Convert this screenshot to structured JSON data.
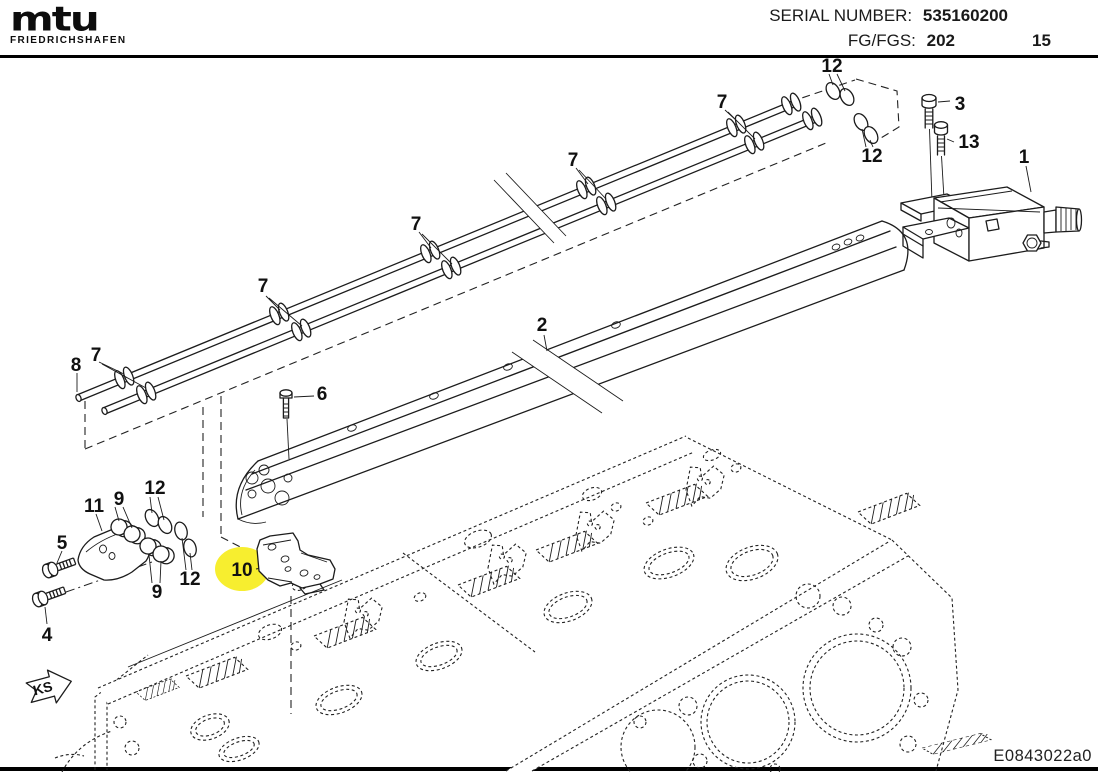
{
  "header": {
    "logo_text": "mtu",
    "logo_subtext": "FRIEDRICHSHAFEN",
    "serial_label": "SERIAL NUMBER:",
    "serial_value": "535160200",
    "fg_label": "FG/FGS:",
    "fg_value": "202",
    "sheet_number": "15"
  },
  "footer": {
    "drawing_code": "E0843022a0"
  },
  "diagram": {
    "ks_marker": "KS",
    "highlighted_part": "10",
    "highlight_color": "#f7ee2f",
    "callouts": [
      {
        "part": "1"
      },
      {
        "part": "2"
      },
      {
        "part": "3"
      },
      {
        "part": "13"
      },
      {
        "part": "6"
      },
      {
        "part": "7"
      },
      {
        "part": "7"
      },
      {
        "part": "7"
      },
      {
        "part": "7"
      },
      {
        "part": "7"
      },
      {
        "part": "8"
      },
      {
        "part": "12"
      },
      {
        "part": "12"
      },
      {
        "part": "12"
      },
      {
        "part": "12"
      },
      {
        "part": "11"
      },
      {
        "part": "9"
      },
      {
        "part": "9"
      },
      {
        "part": "5"
      },
      {
        "part": "4"
      },
      {
        "part": "10"
      }
    ]
  }
}
